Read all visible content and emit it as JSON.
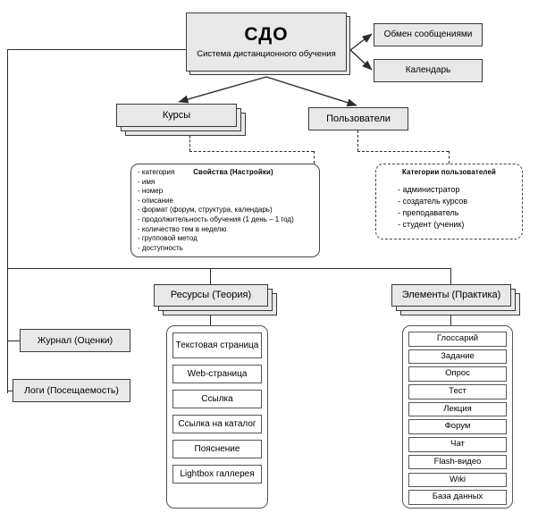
{
  "diagram": {
    "title_node": {
      "acronym": "СДО",
      "subtitle": "Система дистанционного обучения"
    },
    "top_right_nodes": [
      {
        "label": "Обмен сообщениями"
      },
      {
        "label": "Календарь"
      }
    ],
    "second_level": [
      {
        "label": "Курсы",
        "stacked": true
      },
      {
        "label": "Пользователи",
        "stacked": false
      }
    ],
    "properties_panel": {
      "header": "Свойства (Настройки)",
      "items": [
        "- категория",
        "- имя",
        "- номер",
        "- описание",
        "- формат (форум, структура, календарь)",
        "- продолжительность обучения (1 день – 1 год)",
        "- количество тем в неделю",
        "- групповой метод",
        "- доступность"
      ]
    },
    "user_categories_panel": {
      "header": "Категории пользователей",
      "items": [
        "- администратор",
        "- создатель курсов",
        "- преподаватель",
        "- студент (ученик)"
      ]
    },
    "third_level": [
      {
        "label": "Ресурсы (Теория)"
      },
      {
        "label": "Элементы (Практика)"
      }
    ],
    "left_nodes": [
      {
        "label": "Журнал (Оценки)"
      },
      {
        "label": "Логи (Посещаемость)"
      }
    ],
    "resources": [
      {
        "label": "Текстовая страница",
        "two_line": true
      },
      {
        "label": "Web-страница",
        "two_line": false
      },
      {
        "label": "Ссылка",
        "two_line": false
      },
      {
        "label": "Ссылка на каталог",
        "two_line": false
      },
      {
        "label": "Пояснение",
        "two_line": false
      },
      {
        "label": "Lightbox галлерея",
        "two_line": false
      }
    ],
    "elements": [
      {
        "label": "Глоссарий"
      },
      {
        "label": "Задание"
      },
      {
        "label": "Опрос"
      },
      {
        "label": "Тест"
      },
      {
        "label": "Лекция"
      },
      {
        "label": "Форум"
      },
      {
        "label": "Чат"
      },
      {
        "label": "Flash-видео"
      },
      {
        "label": "Wiki"
      },
      {
        "label": "База данных"
      }
    ],
    "colors": {
      "node_fill": "#e8e8e8",
      "leaf_fill": "#ffffff",
      "stroke": "#3a3a3a",
      "background": "#ffffff"
    }
  }
}
